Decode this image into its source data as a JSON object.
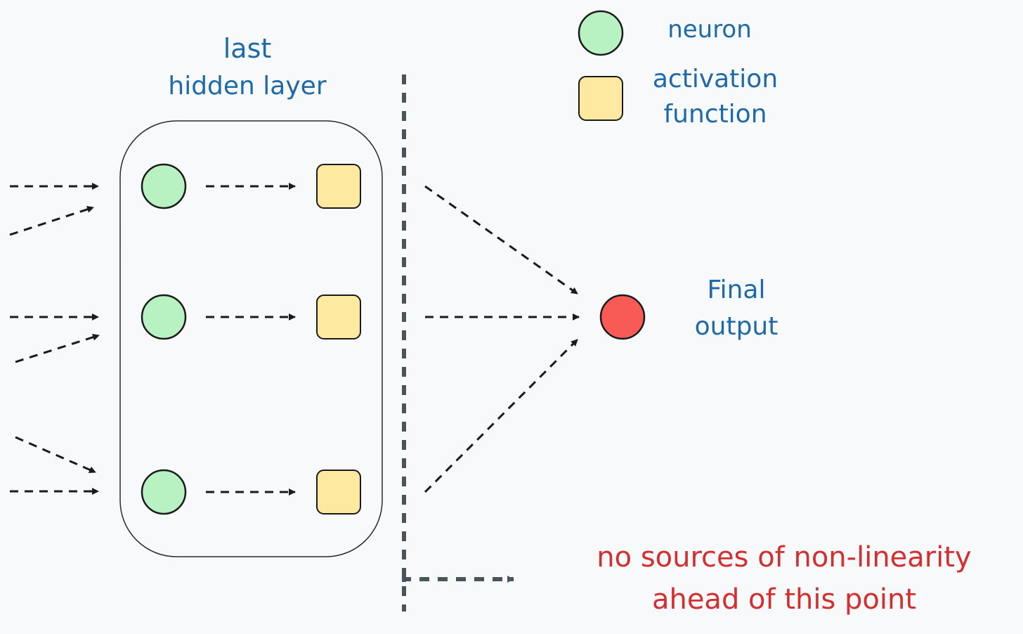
{
  "layer_label": {
    "line1": "last",
    "line2": "hidden layer"
  },
  "legend": {
    "neuron_label": "neuron",
    "activation_label_line1": "activation",
    "activation_label_line2": "function"
  },
  "output_label": {
    "line1": "Final",
    "line2": "output"
  },
  "note": {
    "line1": "no sources of non-linearity",
    "line2": "ahead of this point"
  },
  "colors": {
    "neuron": "#b9f2c2",
    "activation": "#fde9a0",
    "output": "#f85a55",
    "label": "#1e6aa8",
    "note": "#d32f2f"
  }
}
